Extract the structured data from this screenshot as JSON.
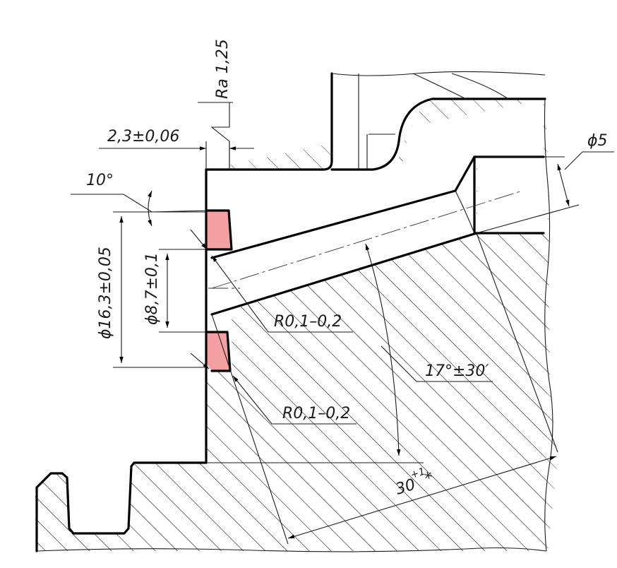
{
  "drawing": {
    "surface_roughness": "Ra 1,25",
    "dim_offset": "2,3±0,06",
    "dim_angle_chamfer": "10°",
    "dim_outer_diameter": "ϕ16,3±0,05",
    "dim_inner_diameter": "ϕ8,7±0,1",
    "dim_radius_upper": "R0,1–0,2",
    "dim_radius_lower": "R0,1–0,2",
    "dim_hole_angle": "17°±30′",
    "dim_hole_diameter": "ϕ5",
    "dim_hole_length_value": "30",
    "dim_hole_length_tolerance": "+1",
    "dim_hole_length_note": "*",
    "highlight_color": "#f4a0a3"
  }
}
